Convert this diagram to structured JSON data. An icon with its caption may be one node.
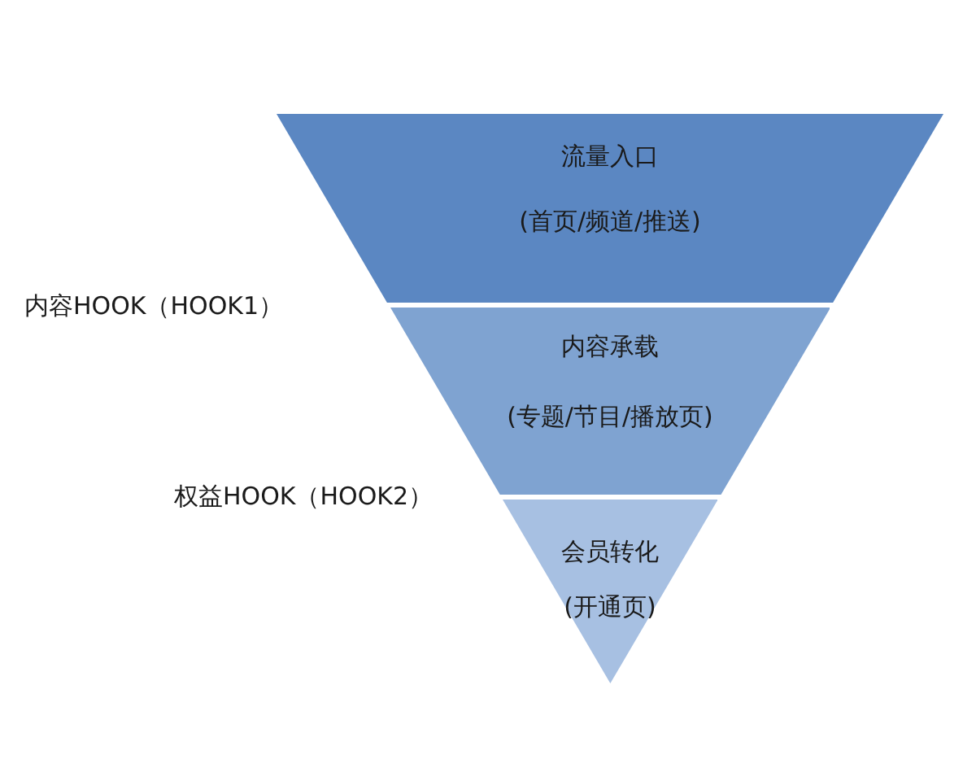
{
  "diagram": {
    "nodes": [
      {
        "text": [
          "流量入口",
          "(首页/频道/推送)"
        ]
      },
      {
        "text": [
          "内容承载",
          "(专题/节目/播放页)"
        ]
      },
      {
        "text": [
          "会员转化",
          "(开通页)"
        ]
      }
    ],
    "labels": [
      "内容HOOK（HOOK1）",
      "权益HOOK（HOOK2）"
    ]
  }
}
